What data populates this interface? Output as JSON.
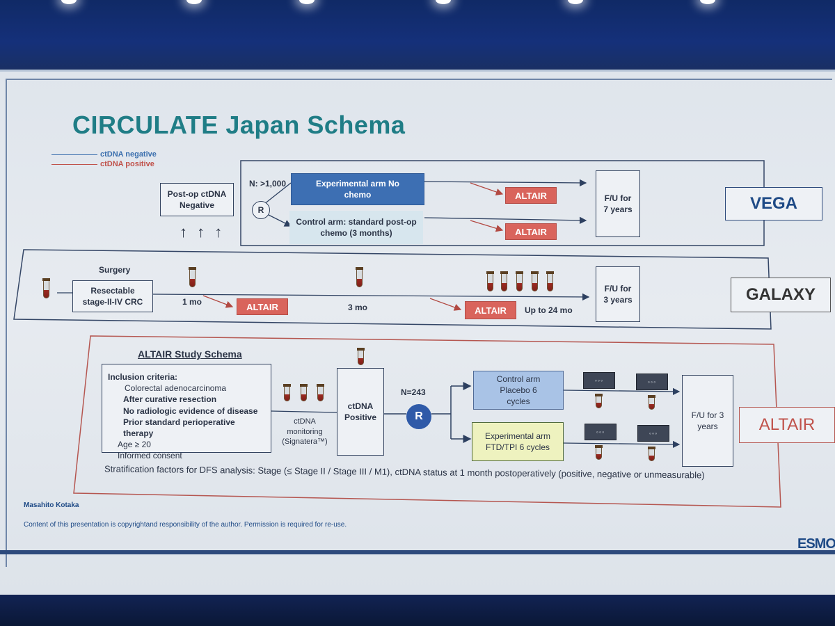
{
  "title": "CIRCULATE Japan Schema",
  "legend": [
    {
      "label": "ctDNA negative",
      "color": "#3b6fae"
    },
    {
      "label": "ctDNA positive",
      "color": "#c0524b"
    }
  ],
  "vega": {
    "postop_box": "Post-op ctDNA Negative",
    "n_label": "N: >1,000",
    "randomize": "R",
    "experimental_arm": "Experimental arm No chemo",
    "control_arm": "Control arm: standard post-op chemo (3 months)",
    "altair_1": "ALTAIR",
    "altair_2": "ALTAIR",
    "followup": "F/U for 7 years",
    "name": "VEGA",
    "arrows": "↑ ↑ ↑"
  },
  "galaxy": {
    "surgery": "Surgery",
    "resectable": "Resectable stage-II-IV CRC",
    "t1": "1 mo",
    "t3": "3 mo",
    "t24": "Up to 24 mo",
    "altair_1": "ALTAIR",
    "altair_2": "ALTAIR",
    "followup": "F/U for 3 years",
    "name": "GALAXY"
  },
  "altair": {
    "heading": "ALTAIR Study Schema",
    "inclusion_title": "Inclusion criteria:",
    "criteria": [
      "Colorectal adenocarcinoma",
      "After curative resection",
      "No radiologic evidence of disease",
      "Prior standard perioperative therapy",
      "Age ≥ 20",
      "Informed consent"
    ],
    "monitoring": "ctDNA monitoring (Signatera™)",
    "positive_box": "ctDNA Positive",
    "n_label": "N=243",
    "randomize": "R",
    "control_arm": "Control arm Placebo 6 cycles",
    "experimental_arm": "Experimental arm FTD/TPI 6 cycles",
    "followup": "F/U for 3 years",
    "name": "ALTAIR",
    "stratification": "Stratification factors for DFS analysis: Stage (≤ Stage II / Stage III / M1), ctDNA status at 1 month postoperatively (positive, negative or unmeasurable)"
  },
  "footer": {
    "author": "Masahito Kotaka",
    "copyright": "Content of this presentation is copyrightand responsibility of the author. Permission is required for re-use.",
    "logo": "ESMO"
  }
}
